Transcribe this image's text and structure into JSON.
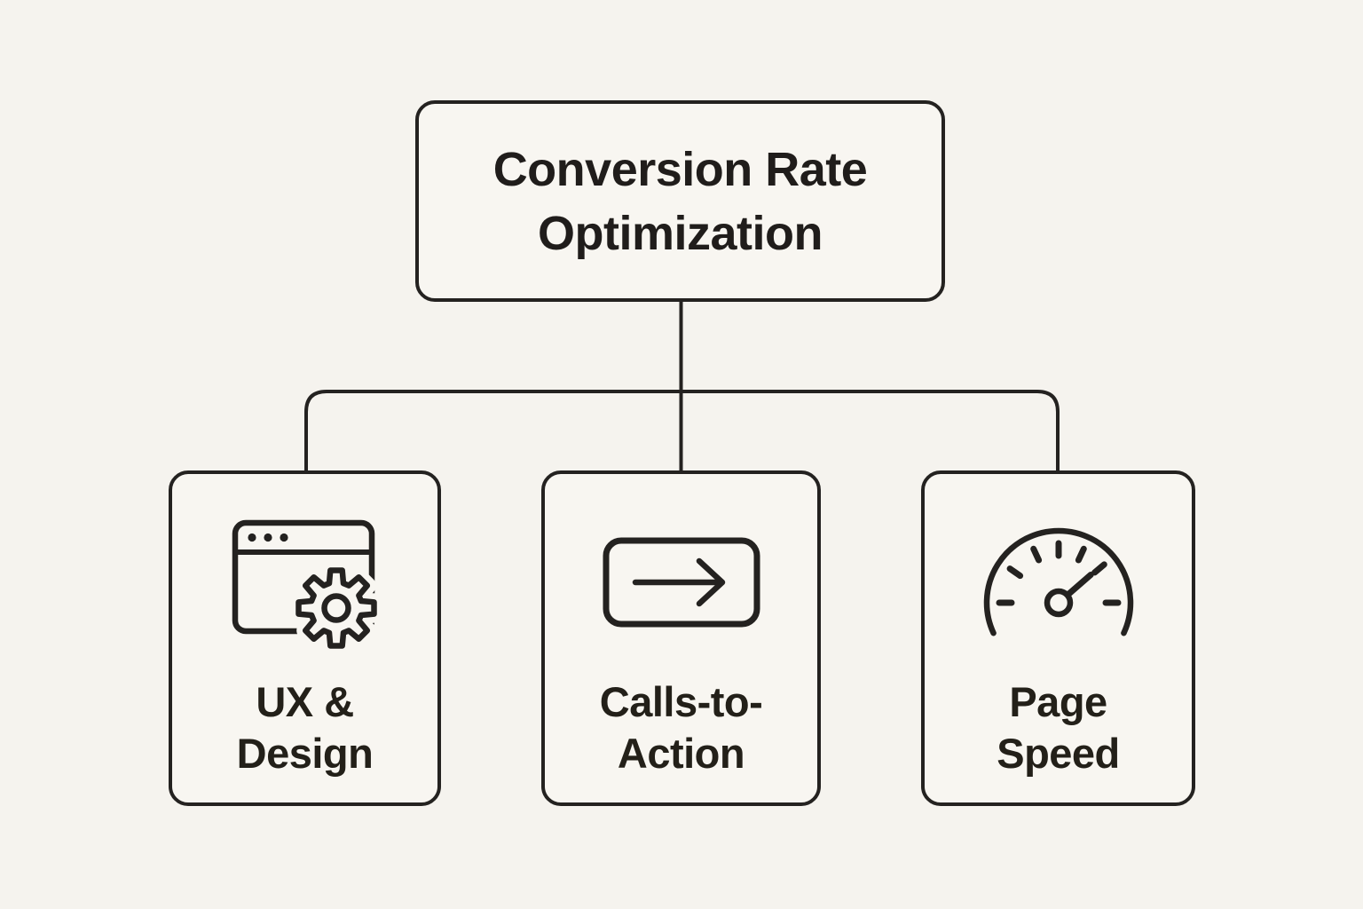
{
  "diagram": {
    "background_color": "#f5f3ee",
    "stroke_color": "#242220",
    "root": {
      "label": "Conversion Rate Optimization",
      "lines": [
        "Conversion Rate",
        "Optimization"
      ]
    },
    "children": [
      {
        "label": "UX & Design",
        "lines": [
          "UX &",
          "Design"
        ],
        "icon": "browser-gear-icon"
      },
      {
        "label": "Calls-to-Action",
        "lines": [
          "Calls-to-",
          "Action"
        ],
        "icon": "cta-arrow-button-icon"
      },
      {
        "label": "Page Speed",
        "lines": [
          "Page",
          "Speed"
        ],
        "icon": "speedometer-icon"
      }
    ]
  }
}
